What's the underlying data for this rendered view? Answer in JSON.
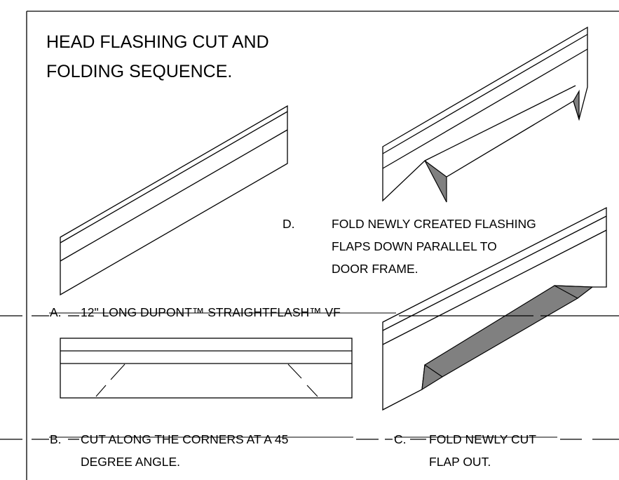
{
  "title": {
    "line1": "HEAD FLASHING CUT AND",
    "line2": "FOLDING SEQUENCE."
  },
  "steps": {
    "a": {
      "letter": "A.",
      "text": "12\" LONG DUPONT™  STRAIGHTFLASH™ VF"
    },
    "b": {
      "letter": "B.",
      "line1": "CUT ALONG THE CORNERS AT A 45",
      "line2": "DEGREE ANGLE."
    },
    "c": {
      "letter": "C.",
      "line1": "FOLD NEWLY CUT",
      "line2": "FLAP OUT."
    },
    "d": {
      "letter": "D.",
      "line1": "FOLD NEWLY CREATED FLASHING",
      "line2": "FLAPS  DOWN PARALLEL TO",
      "line3": "DOOR FRAME."
    }
  },
  "colors": {
    "line": "#000000",
    "shade": "#808080",
    "background": "#ffffff"
  }
}
